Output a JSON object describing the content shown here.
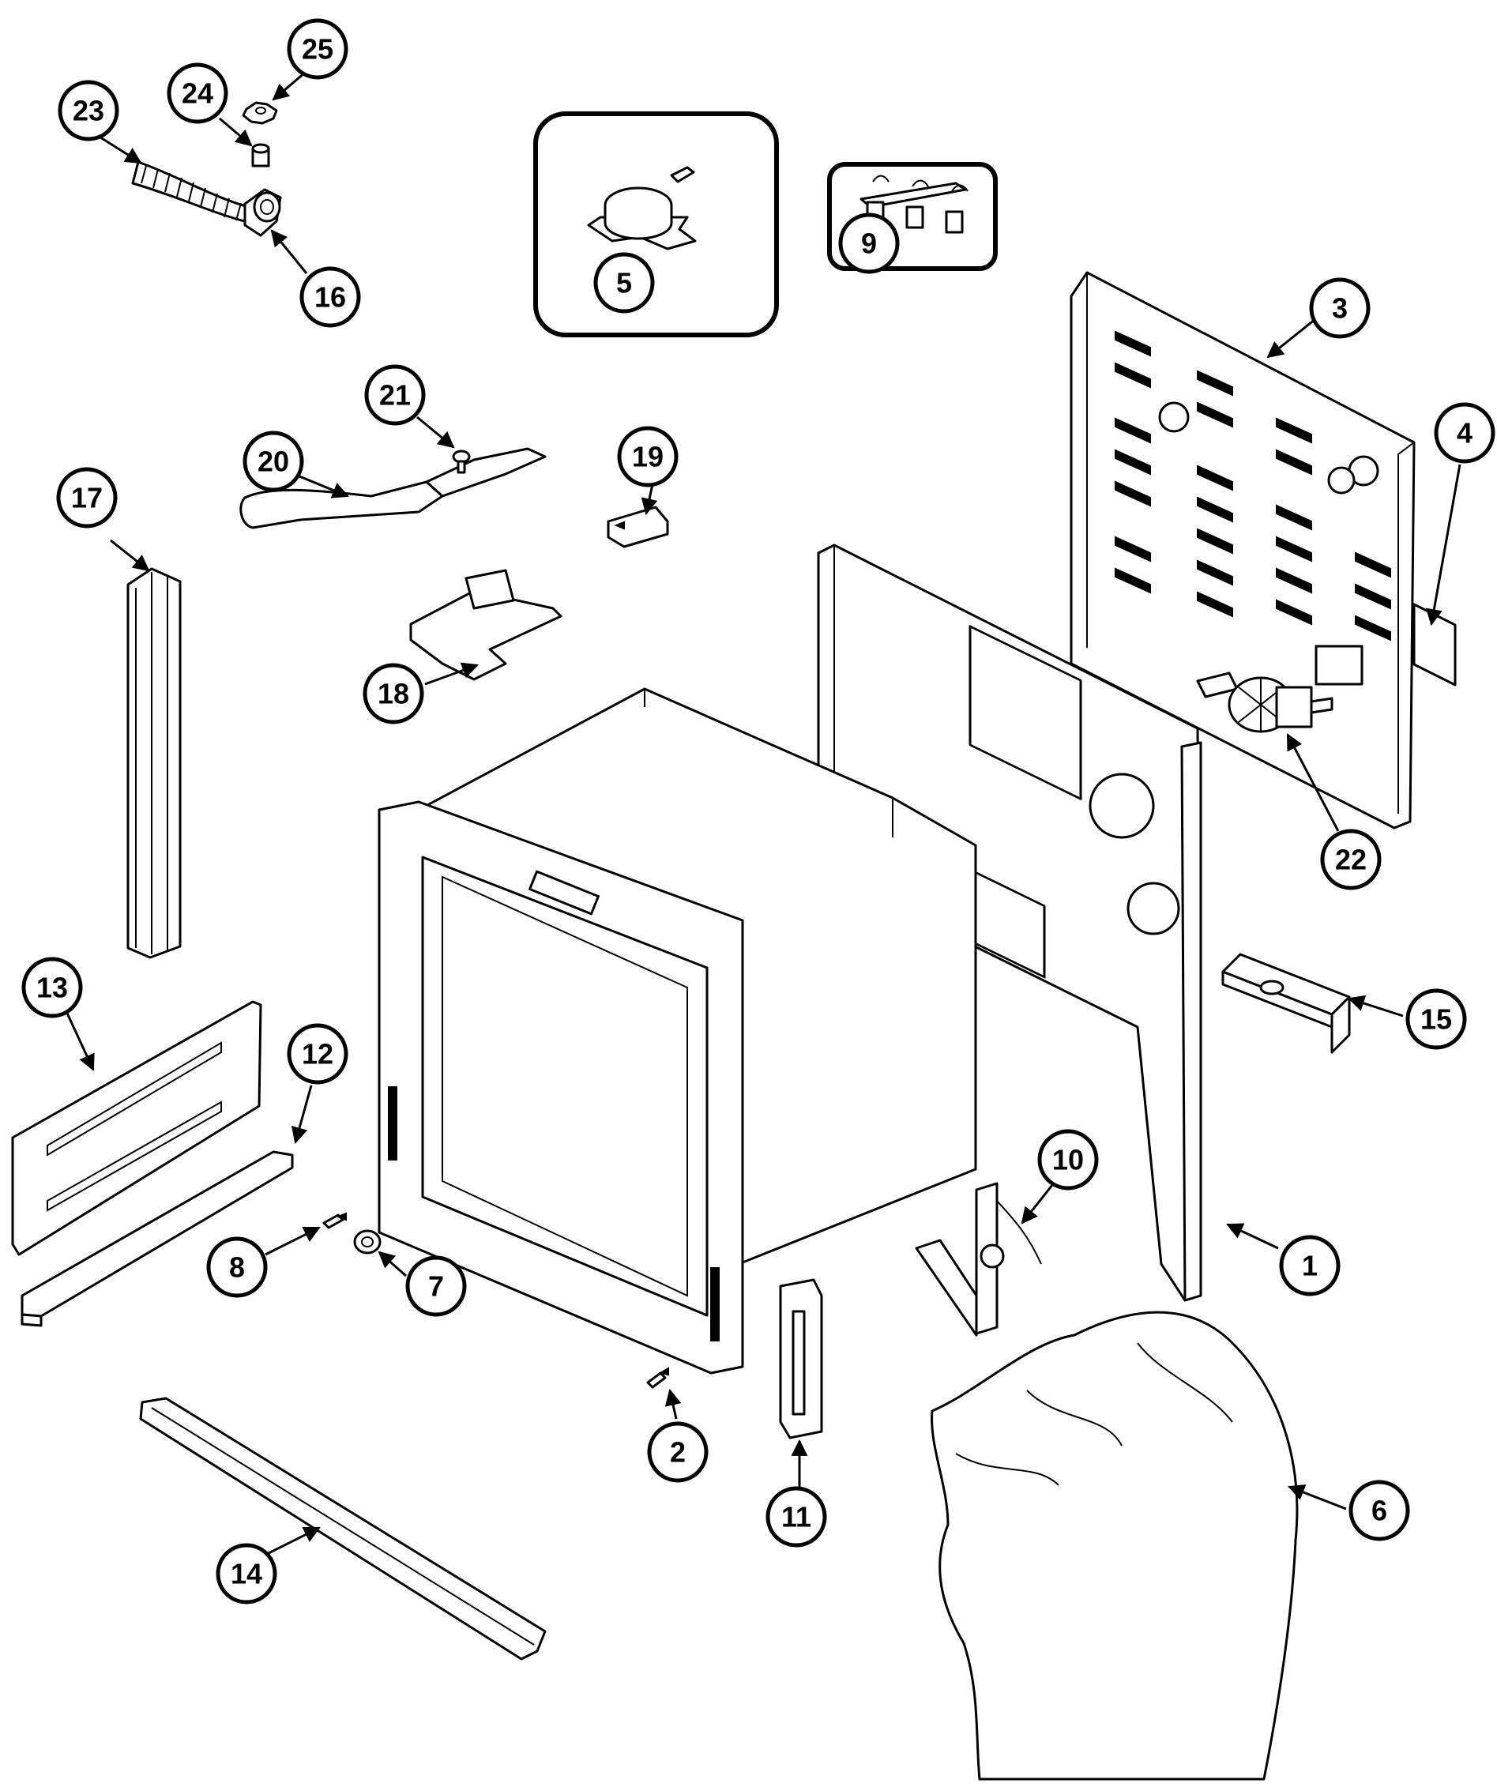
{
  "colors": {
    "ink": "#000000",
    "paper": "#ffffff"
  },
  "callouts": [
    {
      "id": "1",
      "label": "1"
    },
    {
      "id": "2",
      "label": "2"
    },
    {
      "id": "3",
      "label": "3"
    },
    {
      "id": "4",
      "label": "4"
    },
    {
      "id": "5",
      "label": "5"
    },
    {
      "id": "6",
      "label": "6"
    },
    {
      "id": "7",
      "label": "7"
    },
    {
      "id": "8",
      "label": "8"
    },
    {
      "id": "9",
      "label": "9"
    },
    {
      "id": "10",
      "label": "10"
    },
    {
      "id": "11",
      "label": "11"
    },
    {
      "id": "12",
      "label": "12"
    },
    {
      "id": "13",
      "label": "13"
    },
    {
      "id": "14",
      "label": "14"
    },
    {
      "id": "15",
      "label": "15"
    },
    {
      "id": "16",
      "label": "16"
    },
    {
      "id": "17",
      "label": "17"
    },
    {
      "id": "18",
      "label": "18"
    },
    {
      "id": "19",
      "label": "19"
    },
    {
      "id": "20",
      "label": "20"
    },
    {
      "id": "21",
      "label": "21"
    },
    {
      "id": "22",
      "label": "22"
    },
    {
      "id": "23",
      "label": "23"
    },
    {
      "id": "24",
      "label": "24"
    },
    {
      "id": "25",
      "label": "25"
    }
  ]
}
